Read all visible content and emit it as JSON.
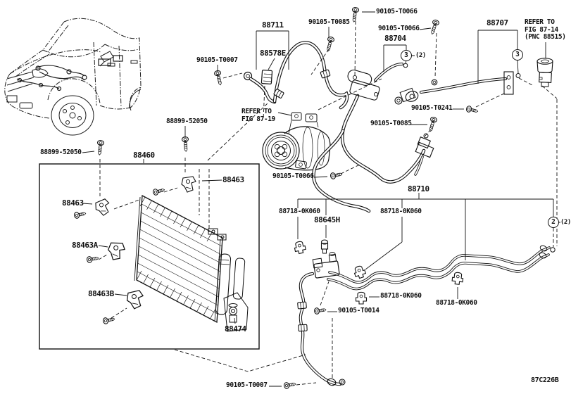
{
  "diagram": {
    "code": "87C226B",
    "labels": [
      {
        "id": "bolt-90105-T0066-top",
        "text": "90105-T0066"
      },
      {
        "id": "bolt-90105-T0085-top",
        "text": "90105-T0085"
      },
      {
        "id": "bolt-90105-T0066-second",
        "text": "90105-T0066"
      },
      {
        "id": "part-88704",
        "text": "88704"
      },
      {
        "id": "part-88707",
        "text": "88707"
      },
      {
        "id": "refer-fig-87-14",
        "text": "REFER TO\nFIG 87-14\n(PNC 88515)"
      },
      {
        "id": "bolt-90105-T0007-upper",
        "text": "90105-T0007"
      },
      {
        "id": "part-88711",
        "text": "88711"
      },
      {
        "id": "part-88578E",
        "text": "88578E"
      },
      {
        "id": "refer-fig-87-19",
        "text": "REFER TO\nFIG 87-19"
      },
      {
        "id": "bolt-90105-T0241",
        "text": "90105-T0241"
      },
      {
        "id": "bolt-90105-T0085-mid",
        "text": "90105-T0085"
      },
      {
        "id": "bolt-88899-52050-upper",
        "text": "88899-52050"
      },
      {
        "id": "bolt-88899-52050-left",
        "text": "88899-52050"
      },
      {
        "id": "part-88460",
        "text": "88460"
      },
      {
        "id": "part-88463-right",
        "text": "88463"
      },
      {
        "id": "part-88463-left",
        "text": "88463"
      },
      {
        "id": "bolt-90105-T0066-compressor",
        "text": "90105-T0066"
      },
      {
        "id": "part-88463A",
        "text": "88463A"
      },
      {
        "id": "part-88463B",
        "text": "88463B"
      },
      {
        "id": "part-88474",
        "text": "88474"
      },
      {
        "id": "part-88710",
        "text": "88710"
      },
      {
        "id": "clamp-88718-0K060-far-left",
        "text": "88718-0K060"
      },
      {
        "id": "part-88645H",
        "text": "88645H"
      },
      {
        "id": "clamp-88718-0K060-mid-top",
        "text": "88718-0K060"
      },
      {
        "id": "clamp-88718-0K060-mid-low",
        "text": "88718-0K060"
      },
      {
        "id": "clamp-88718-0K060-right",
        "text": "88718-0K060"
      },
      {
        "id": "bolt-90105-T0014",
        "text": "90105-T0014"
      },
      {
        "id": "bolt-90105-T0007-bottom",
        "text": "90105-T0007"
      }
    ],
    "callouts": [
      {
        "num": "3",
        "qty": "(2)"
      },
      {
        "num": "3",
        "qty": ""
      },
      {
        "num": "2",
        "qty": "(2)"
      }
    ]
  }
}
